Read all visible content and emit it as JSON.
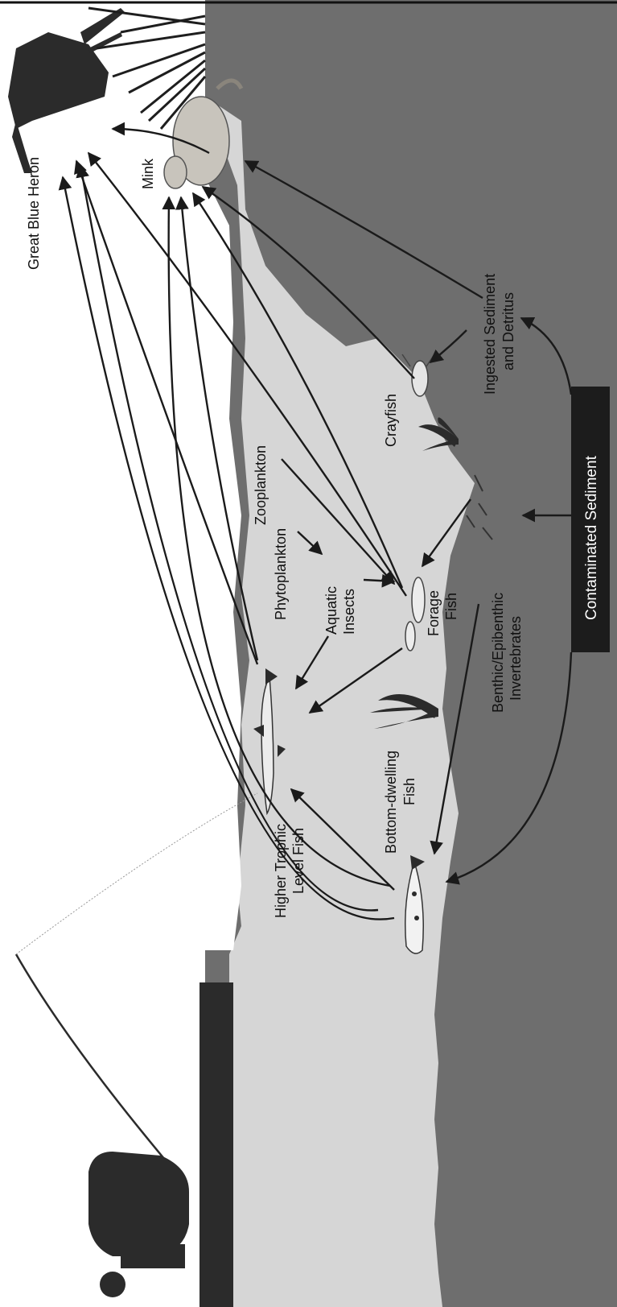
{
  "diagram": {
    "labels": {
      "heron": "Great Blue Heron",
      "mink": "Mink",
      "sediment_line1": "Ingested Sediment",
      "sediment_line2": "and Detritus",
      "crayfish": "Crayfish",
      "contaminated": "Contaminated Sediment",
      "zooplankton": "Zooplankton",
      "phytoplankton": "Phytoplankton",
      "aquatic_line1": "Aquatic",
      "aquatic_line2": "Insects",
      "forage_line1": "Forage",
      "forage_line2": "Fish",
      "benthic_line1": "Benthic/Epibenthic",
      "benthic_line2": "Invertebrates",
      "bottom_line1": "Bottom-dwelling",
      "bottom_line2": "Fish",
      "higher_line1": "Higher Trophic",
      "higher_line2": "Level Fish"
    },
    "colors": {
      "sediment": "#6e6e6e",
      "water": "#d6d6d6",
      "silhouette": "#2b2b2b",
      "sky": "#ffffff"
    }
  }
}
